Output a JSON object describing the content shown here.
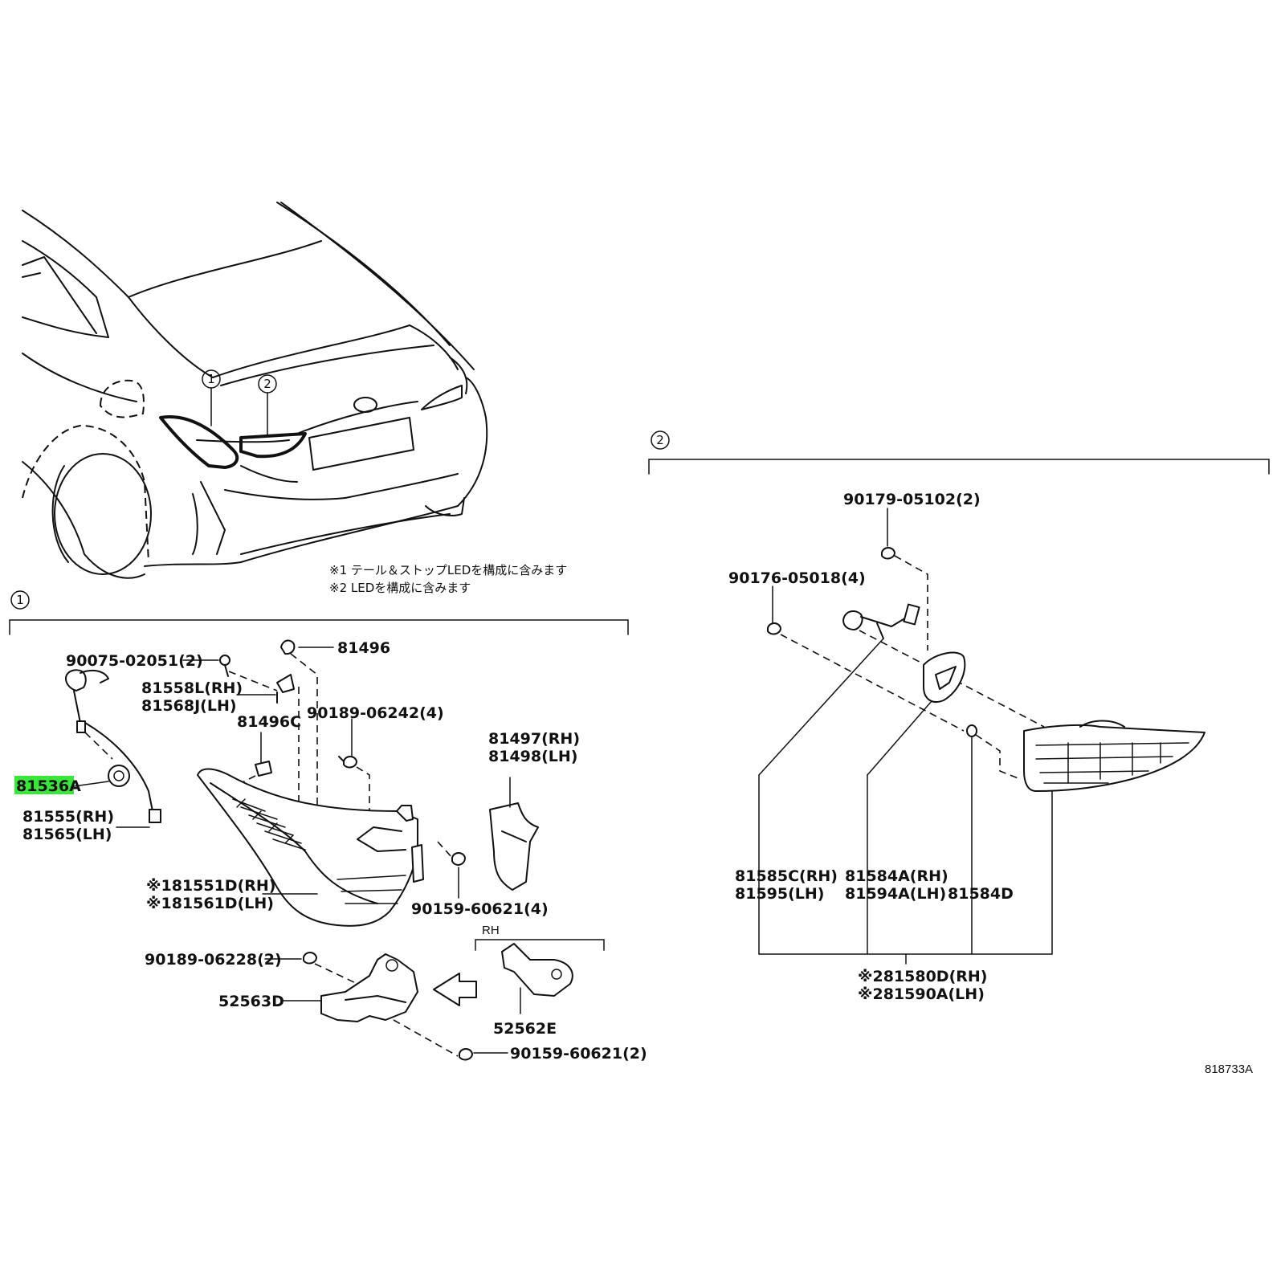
{
  "diagram": {
    "callouts": [
      "1",
      "2"
    ],
    "notes": [
      "※1 テール＆ストップLEDを構成に含みます",
      "※2 LEDを構成に含みます"
    ],
    "group1": {
      "id": "1",
      "labels": {
        "p90075": "90075-02051(2)",
        "p81496": "81496",
        "p81558": "81558L(RH)",
        "p81568": "81568J(LH)",
        "p81496c": "81496C",
        "p90189_06242": "90189-06242(4)",
        "p81497": "81497(RH)",
        "p81498": "81498(LH)",
        "p81536a": "81536A",
        "p81555": "81555(RH)",
        "p81565": "81565(LH)",
        "p81551d": "※181551D(RH)",
        "p81561d": "※181561D(LH)",
        "p90159_a": "90159-60621(4)",
        "rh": "RH",
        "p90189_06228": "90189-06228(2)",
        "p52563d": "52563D",
        "p52562e": "52562E",
        "p90159_b": "90159-60621(2)"
      },
      "highlight_color": "#39e639"
    },
    "group2": {
      "id": "2",
      "labels": {
        "p90179": "90179-05102(2)",
        "p90176": "90176-05018(4)",
        "p81585c": "81585C(RH)",
        "p81595": "81595(LH)",
        "p81584a": "81584A(RH)",
        "p81594a": "81594A(LH)",
        "p81584d": "81584D",
        "p81580d": "※281580D(RH)",
        "p81590a": "※281590A(LH)"
      }
    },
    "figure_code": "818733A"
  }
}
